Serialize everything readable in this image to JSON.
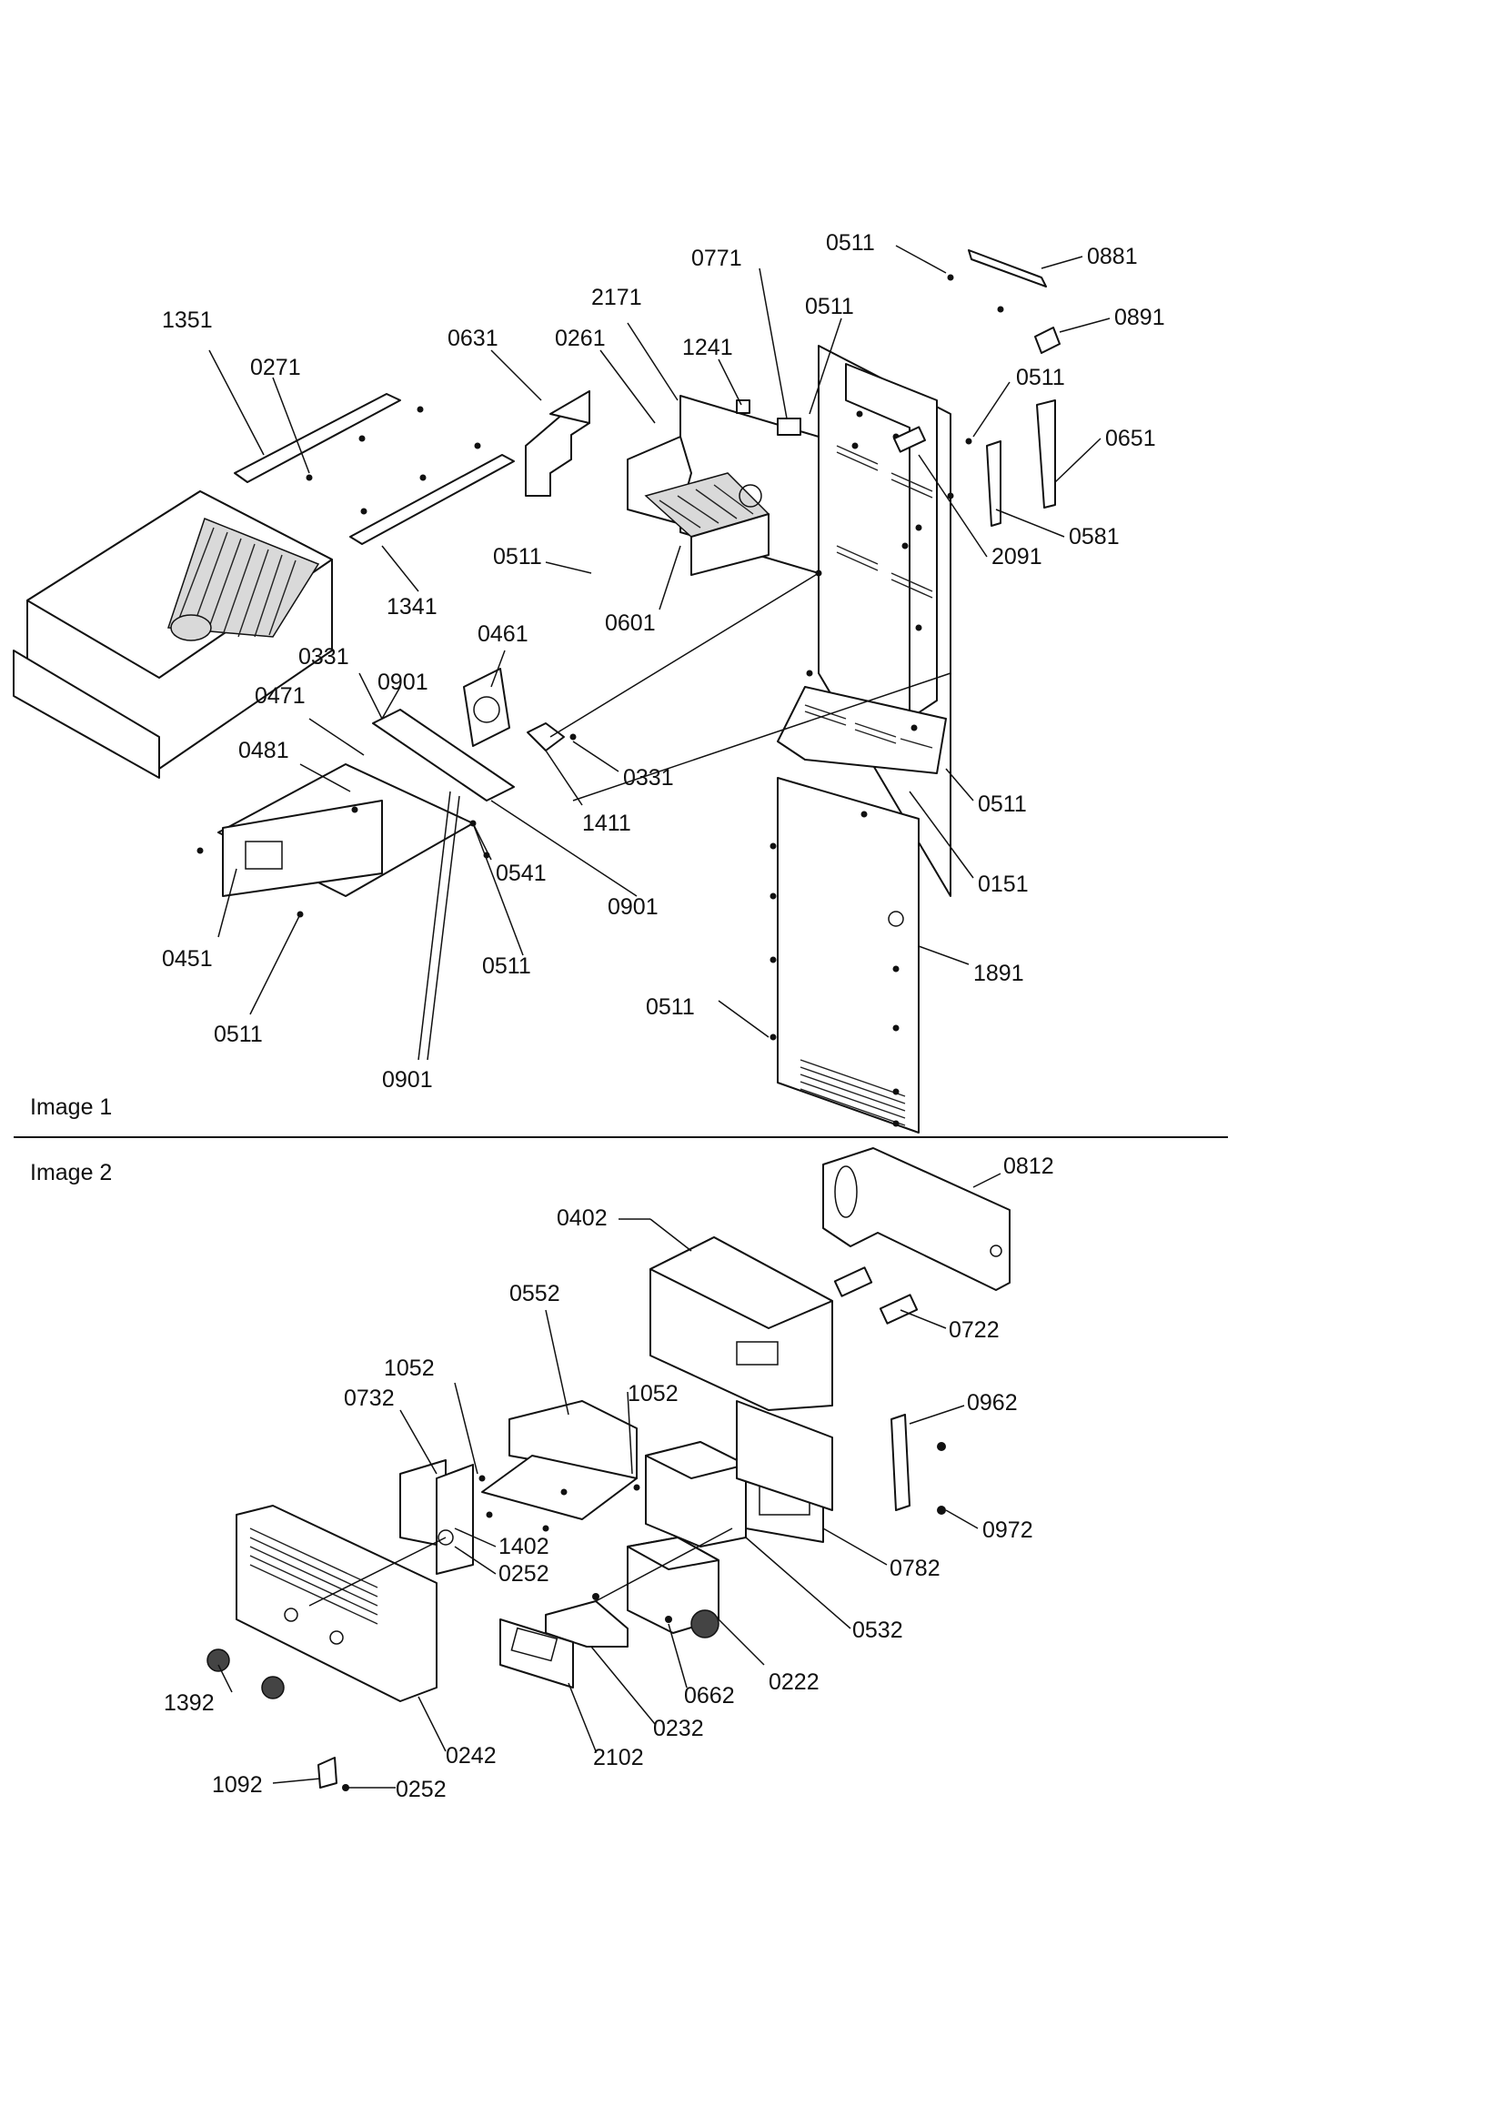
{
  "images": [
    {
      "caption": "Image 1"
    },
    {
      "caption": "Image 2"
    }
  ],
  "callouts": [
    "1351",
    "0271",
    "0631",
    "0261",
    "2171",
    "1241",
    "0771",
    "0511",
    "0511",
    "0881",
    "0891",
    "0511",
    "0651",
    "0581",
    "2091",
    "0511",
    "0601",
    "1341",
    "0461",
    "0331",
    "0901",
    "0471",
    "0481",
    "0331",
    "1411",
    "0541",
    "0901",
    "0451",
    "0511",
    "0511",
    "0901",
    "0511",
    "0151",
    "1891",
    "0511",
    "0812",
    "0402",
    "0722",
    "0552",
    "1052",
    "0732",
    "1052",
    "0962",
    "0972",
    "1402",
    "0252",
    "0782",
    "0532",
    "0222",
    "0662",
    "0232",
    "2102",
    "1392",
    "0242",
    "1092",
    "0252"
  ]
}
